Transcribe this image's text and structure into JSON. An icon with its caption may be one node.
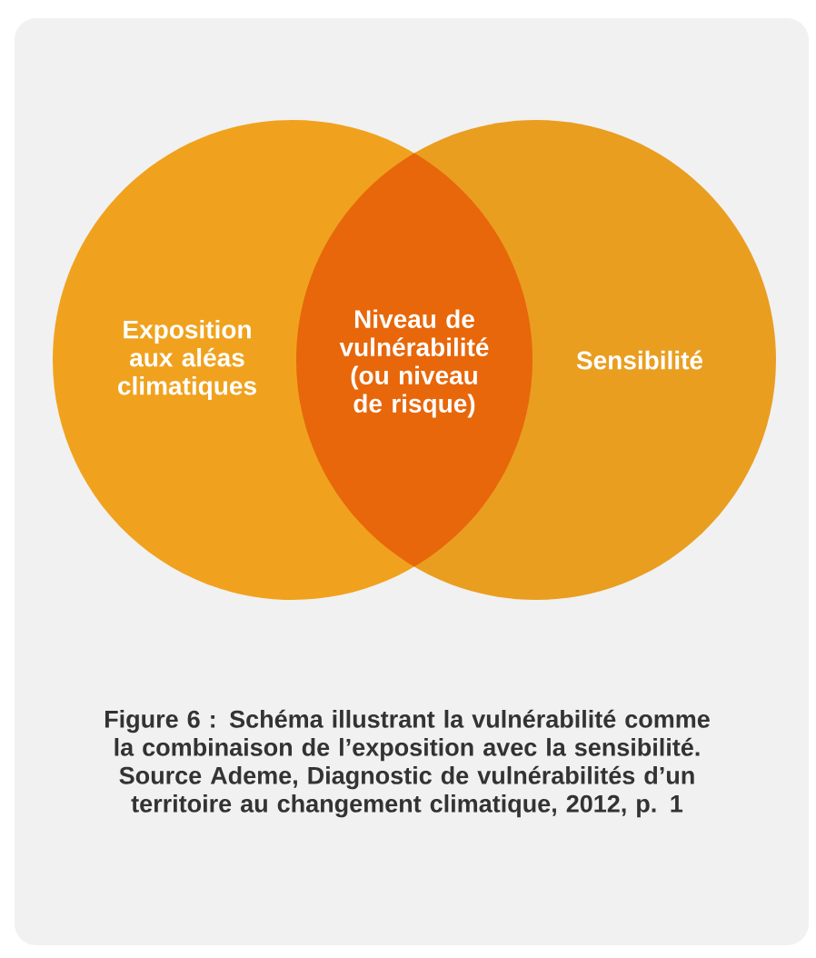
{
  "diagram": {
    "caption": "Figure 6 : Schéma illustrant la vulnérabilité comme la combinaison de l’exposition avec la sensibilité. Source Ademe, Diagnostic de vulnérabilités d’un territoire au changement climatique, 2012, p. 1",
    "nodes": [
      {
        "text": [
          "Exposition aux aléas climatiques"
        ]
      },
      {
        "text": [
          "Sensibilité"
        ]
      },
      {
        "text": [
          "Niveau de vulnérabilité (ou niveau de risque)"
        ]
      }
    ],
    "edges": []
  }
}
